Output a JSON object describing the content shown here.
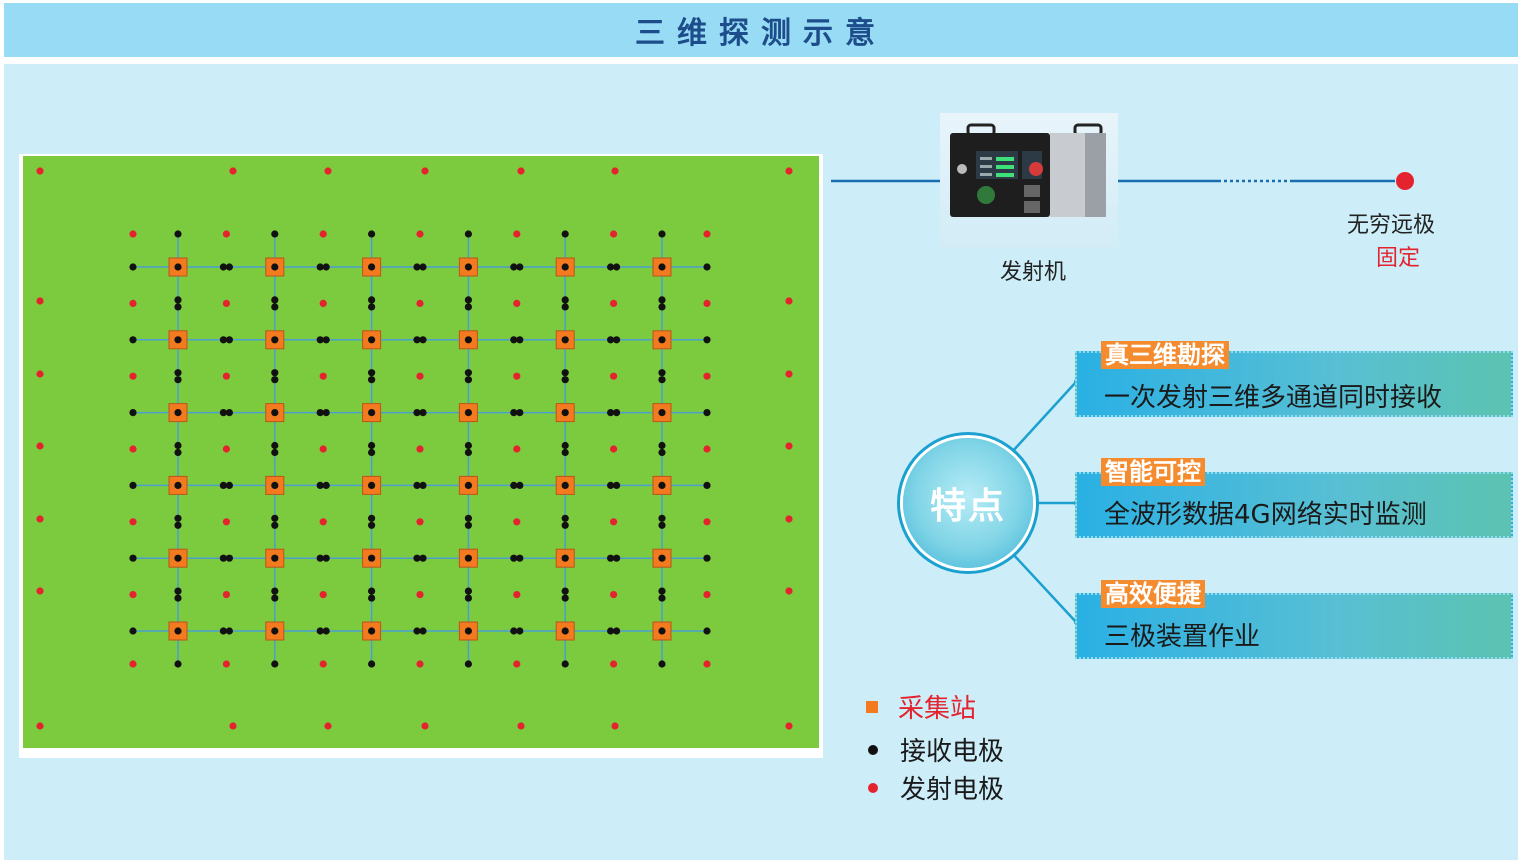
{
  "header": {
    "title": "三维探测示意"
  },
  "transmitter": {
    "label": "发射机"
  },
  "far_pole": {
    "line1": "无穷远极",
    "line2": "固定"
  },
  "features": {
    "center_label": "特点",
    "items": [
      {
        "tag": "真三维勘探",
        "desc": "一次发射三维多通道同时接收"
      },
      {
        "tag": "智能可控",
        "desc": "全波形数据4G网络实时监测"
      },
      {
        "tag": "高效便捷",
        "desc": "三极装置作业"
      }
    ]
  },
  "legend": [
    {
      "label": "采集站",
      "marker": "orange-square",
      "color": "#e4232e"
    },
    {
      "label": "接收电极",
      "marker": "black-dot",
      "color": "#1a1a1a"
    },
    {
      "label": "发射电极",
      "marker": "red-dot",
      "color": "#1a1a1a"
    }
  ],
  "colors": {
    "field": "#7ccb3f",
    "station": "#f47a20",
    "receive_electrode": "#111111",
    "transmit_electrode": "#e4232e",
    "cable": "#4a9fd0",
    "title_text": "#1d4d8a"
  },
  "layout_grid": {
    "stations_cols": 6,
    "stations_rows": 6
  }
}
